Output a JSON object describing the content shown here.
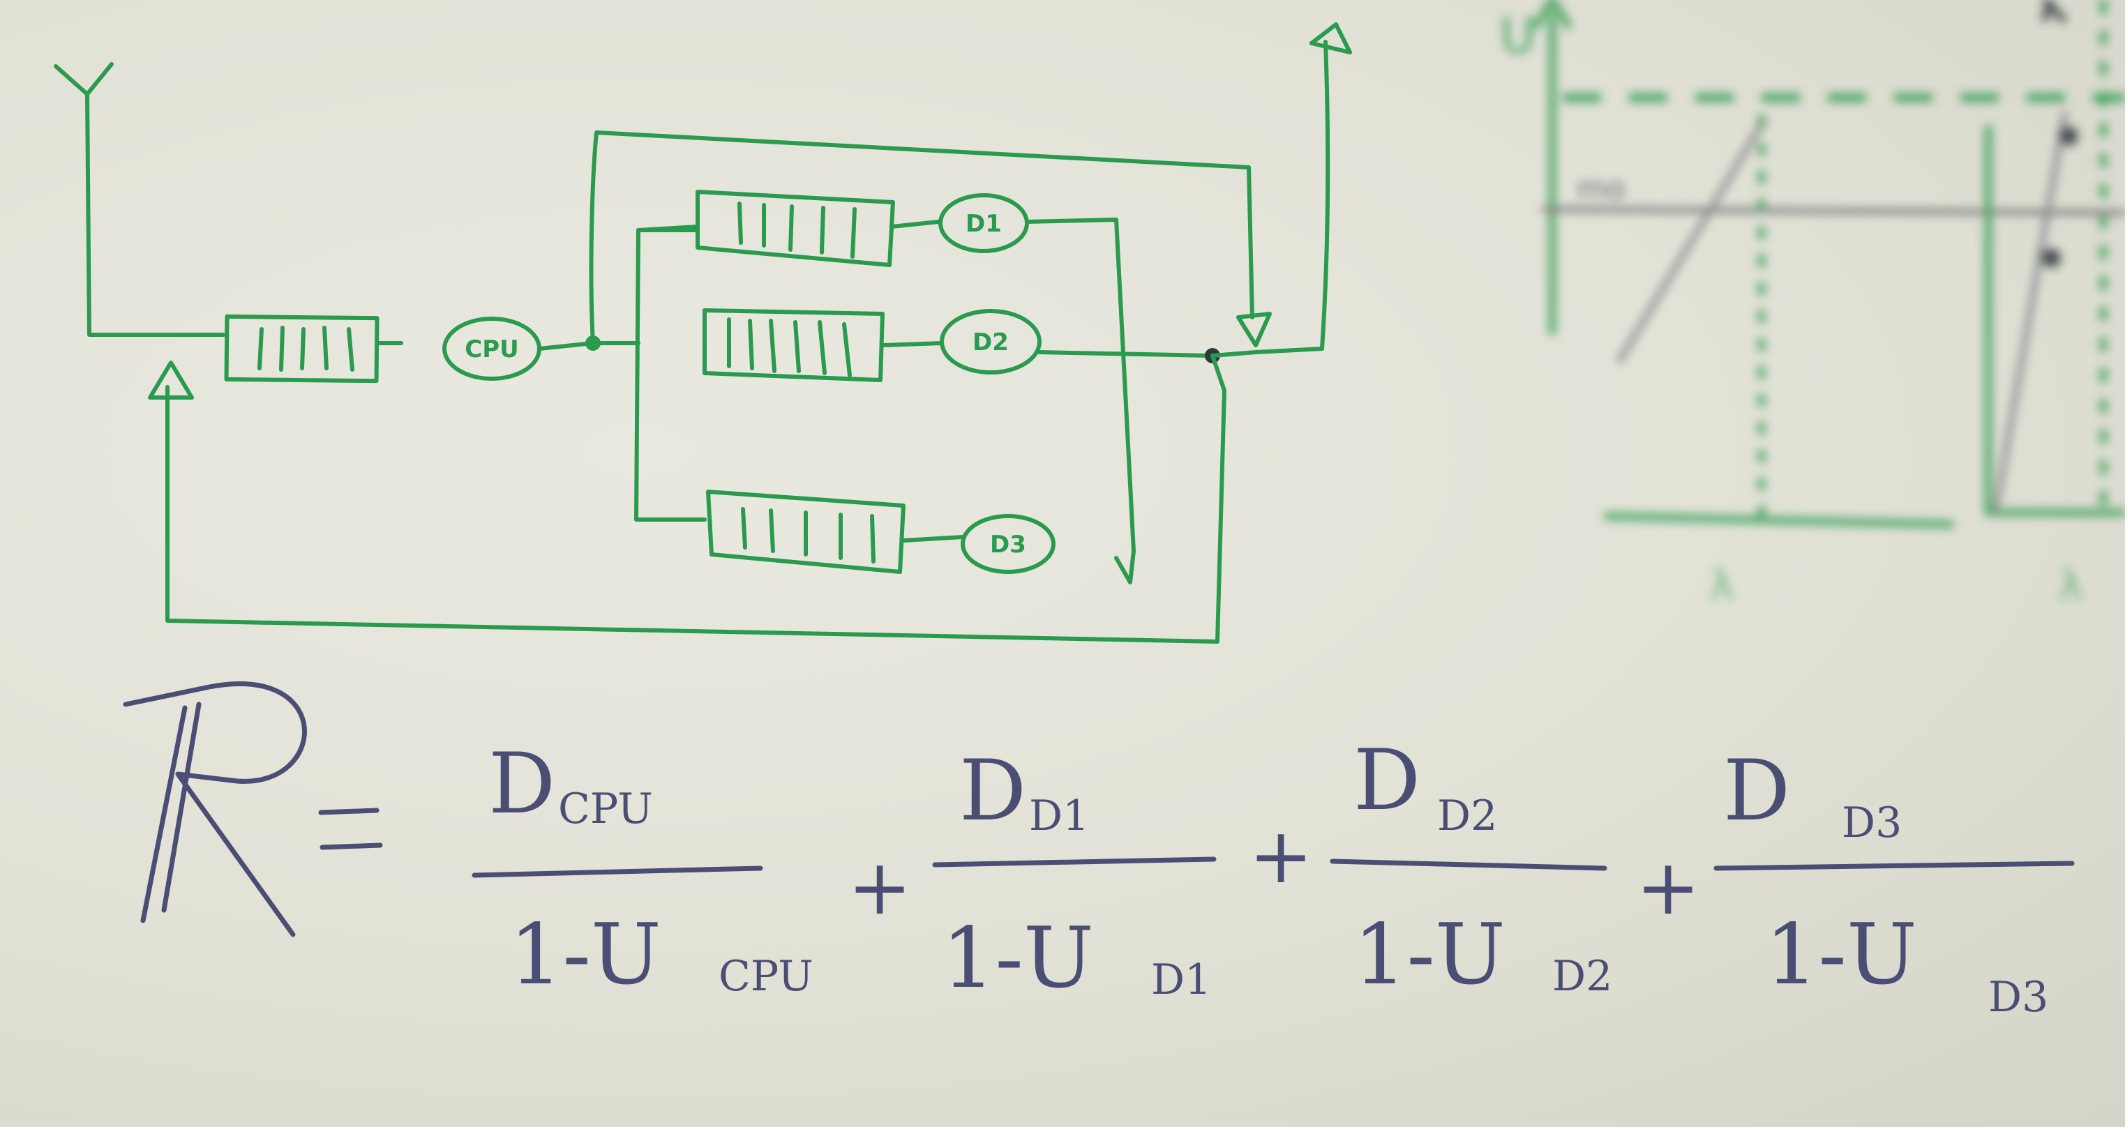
{
  "diagram": {
    "nodes": [
      {
        "id": "cpu",
        "label": "CPU"
      },
      {
        "id": "d1",
        "label": "D1"
      },
      {
        "id": "d2",
        "label": "D2"
      },
      {
        "id": "d3",
        "label": "D3"
      }
    ]
  },
  "formula": {
    "lhs": "R",
    "equals": "=",
    "terms": [
      {
        "num_main": "D",
        "num_sub": "CPU",
        "den_main": "1-U",
        "den_sub": "CPU"
      },
      {
        "num_main": "D",
        "num_sub": "D1",
        "den_main": "1-U",
        "den_sub": "D1"
      },
      {
        "num_main": "D",
        "num_sub": "D2",
        "den_main": "1-U",
        "den_sub": "D2"
      },
      {
        "num_main": "D",
        "num_sub": "D3",
        "den_main": "1-U",
        "den_sub": "D3"
      }
    ],
    "plus": "+"
  },
  "graph": {
    "labels": [
      "U",
      "mo"
    ]
  },
  "colors": {
    "marker": "#2a9a4e",
    "ink": "#4a4e74",
    "board": "#e4e4da"
  }
}
